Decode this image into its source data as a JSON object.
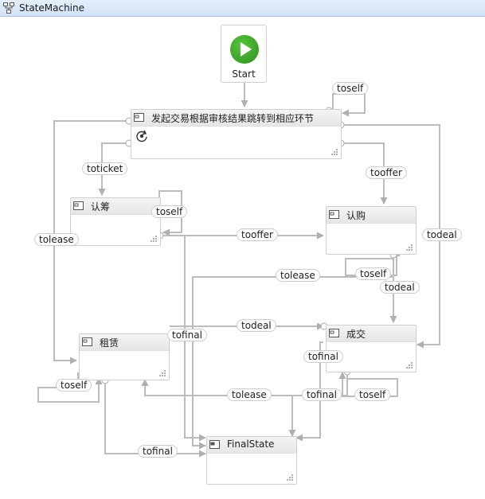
{
  "window": {
    "title": "StateMachine"
  },
  "start": {
    "label": "Start"
  },
  "states": {
    "initiate": {
      "name": "发起交易根据审核结果跳转到相应环节"
    },
    "raise": {
      "name": "认筹"
    },
    "subscribe": {
      "name": "认购"
    },
    "lease": {
      "name": "租赁"
    },
    "deal": {
      "name": "成交"
    },
    "final": {
      "name": "FinalState"
    }
  },
  "transitions": {
    "initiate_toself": "toself",
    "initiate_toticket": "toticket",
    "initiate_tooffer": "tooffer",
    "initiate_todeal": "todeal",
    "initiate_tolease": "tolease",
    "raise_toself": "toself",
    "raise_tooffer": "tooffer",
    "raise_tofinal": "tofinal",
    "subscribe_toself": "toself",
    "subscribe_tolease": "tolease",
    "subscribe_todeal": "todeal",
    "lease_toself": "toself",
    "lease_todeal": "todeal",
    "lease_tofinal": "tofinal",
    "deal_tofinal_a": "tofinal",
    "deal_tofinal_b": "tofinal",
    "deal_tolease": "tolease",
    "deal_toself": "toself"
  },
  "icons": {
    "window": "state-machine-icon",
    "state": "state-icon",
    "final_state": "final-state-icon",
    "entry": "entry-action-icon",
    "start": "play-icon",
    "resize": "resize-grip-icon"
  },
  "colors": {
    "connector": "#b5b5b5",
    "start_fill": "#3aa52a",
    "title_bar": "#d6e4f7"
  }
}
